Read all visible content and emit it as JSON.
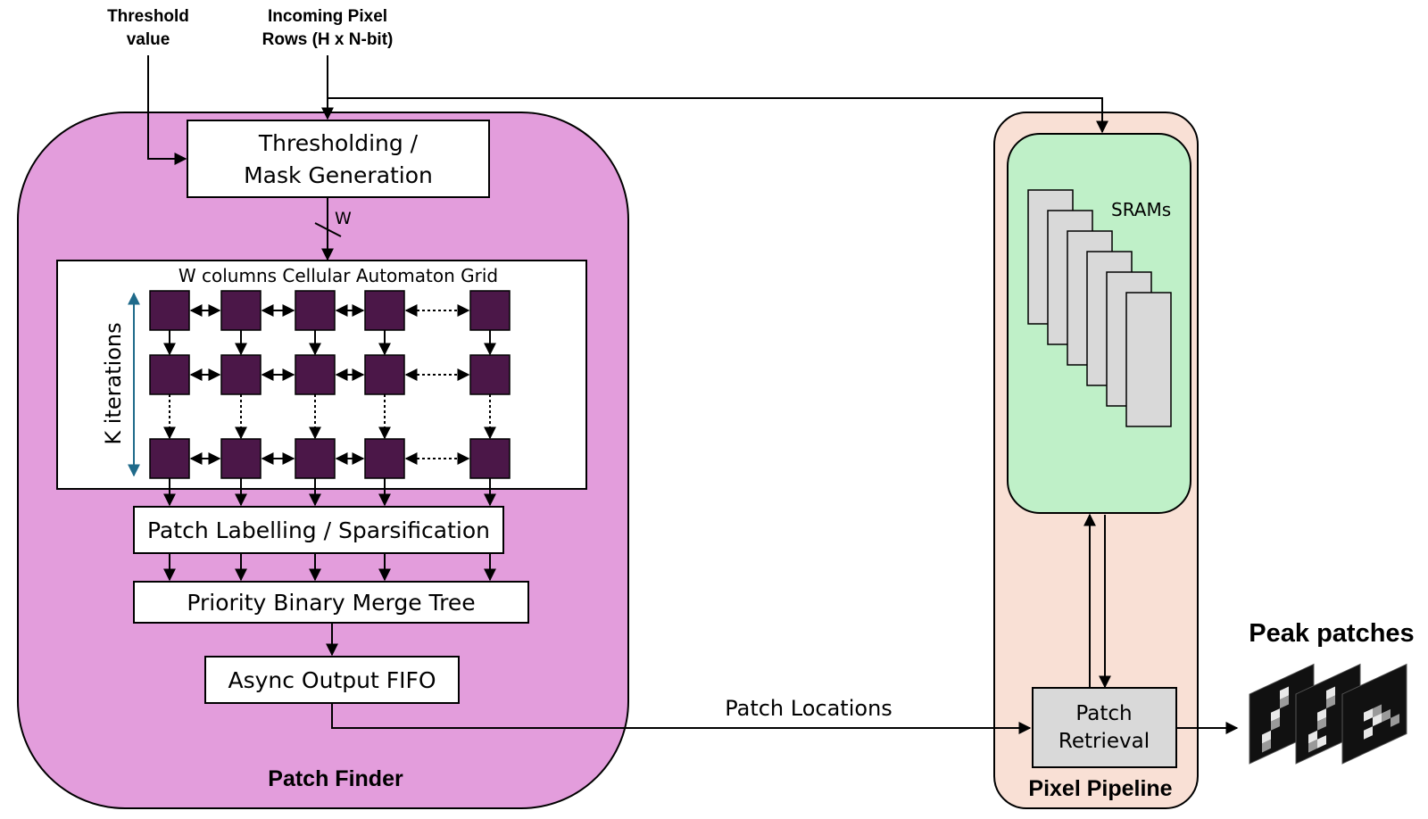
{
  "inputs": {
    "threshold_line1": "Threshold",
    "threshold_line2": "value",
    "pixels_line1": "Incoming Pixel",
    "pixels_line2": "Rows (H x N-bit)"
  },
  "patch_finder": {
    "title": "Patch Finder",
    "color": "#e39ddc",
    "threshold_block_line1": "Thresholding /",
    "threshold_block_line2": "Mask Generation",
    "bus_width_label": "W",
    "grid_title": "W columns Cellular Automaton Grid",
    "grid_iterations_label": "K  iterations",
    "cell_color": "#4b1748",
    "labelling_block": "Patch Labelling / Sparsification",
    "merge_tree_block": "Priority Binary Merge Tree",
    "fifo_block": "Async Output FIFO"
  },
  "link": {
    "label": "Patch Locations"
  },
  "pixel_pipeline": {
    "title": "Pixel Pipeline",
    "color": "#f9e0d5",
    "memory_color": "#bff0c8",
    "sram_label": "SRAMs",
    "retrieval_line1": "Patch",
    "retrieval_line2": "Retrieval"
  },
  "output": {
    "title": "Peak patches"
  }
}
